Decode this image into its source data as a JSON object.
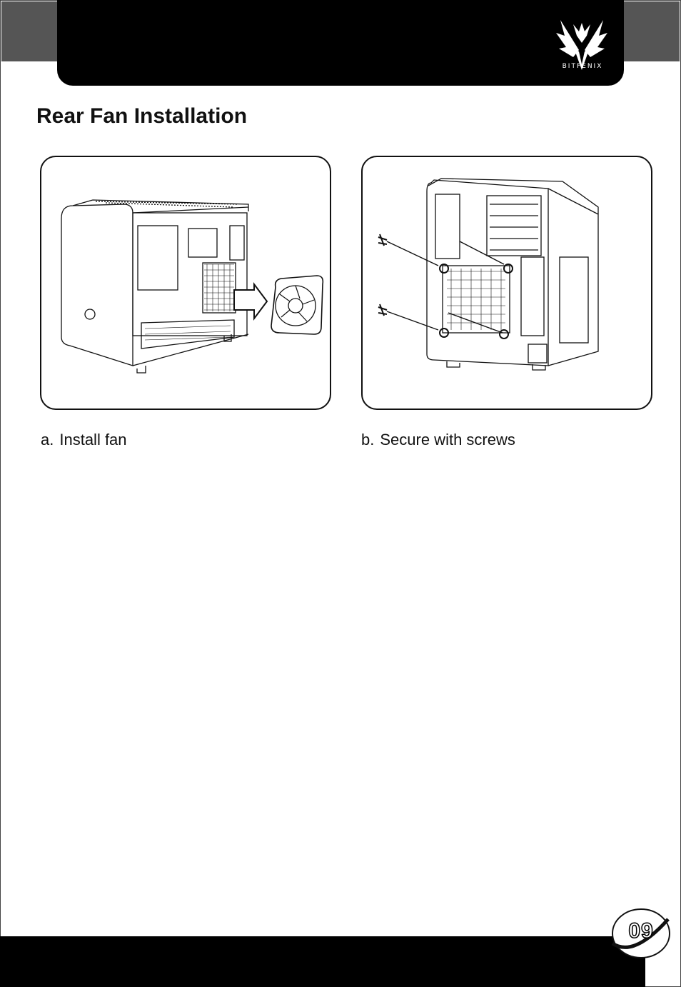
{
  "header": {
    "brand_text": "BITFENIX",
    "logo_icon": "bitfenix-phoenix-icon"
  },
  "page_title": "Rear Fan Installation",
  "steps": [
    {
      "letter": "a.",
      "label": "Install fan"
    },
    {
      "letter": "b.",
      "label": "Secure with screws"
    }
  ],
  "page_number": "09",
  "colors": {
    "header_bg": "#000000",
    "corner_gray": "#555555",
    "line": "#111111"
  }
}
